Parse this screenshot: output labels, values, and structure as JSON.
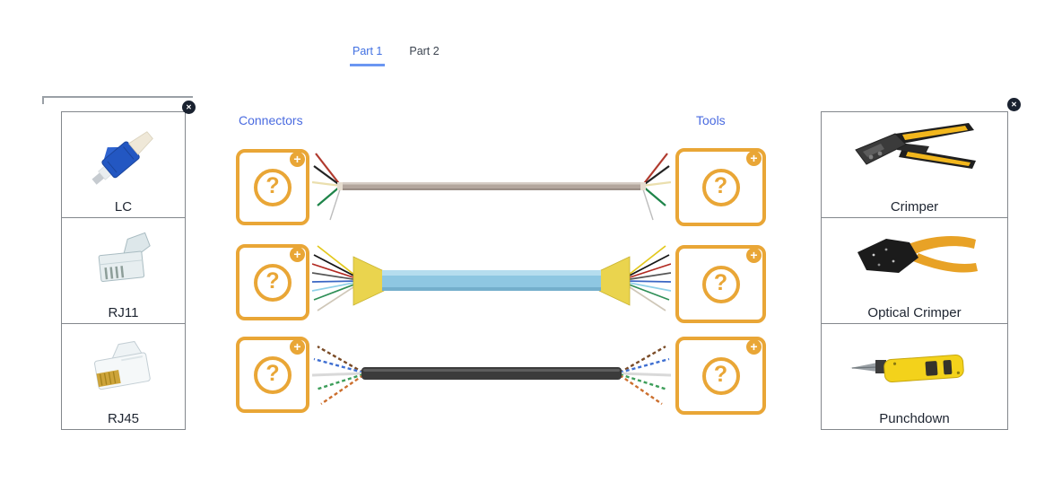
{
  "tabs": {
    "part1": {
      "label": "Part 1",
      "active": true
    },
    "part2": {
      "label": "Part 2",
      "active": false
    }
  },
  "labels": {
    "connectors": "Connectors",
    "tools": "Tools"
  },
  "left_tray": {
    "close_icon": "close-icon",
    "items": [
      {
        "label": "LC",
        "icon": "lc-fiber-connector"
      },
      {
        "label": "RJ11",
        "icon": "rj11-connector"
      },
      {
        "label": "RJ45",
        "icon": "rj45-connector"
      }
    ]
  },
  "right_tray": {
    "close_icon": "close-icon",
    "items": [
      {
        "label": "Crimper",
        "icon": "crimper-tool"
      },
      {
        "label": "Optical Crimper",
        "icon": "optical-crimper-tool"
      },
      {
        "label": "Punchdown",
        "icon": "punchdown-tool"
      }
    ]
  },
  "rows": [
    {
      "cable": "flat-telephone-cable"
    },
    {
      "cable": "fiber-distribution-cable"
    },
    {
      "cable": "black-utp-ethernet-cable"
    }
  ],
  "dropzones": {
    "question_icon": "?",
    "plus_icon": "+",
    "count_left": 3,
    "count_right": 3
  },
  "icons": {
    "close": "✕"
  },
  "colors": {
    "accent_orange": "#E9A636",
    "label_blue": "#4A6BE0",
    "tab_active_blue": "#4170E2",
    "tab_underline_blue": "#6B96F2",
    "card_border_gray": "#83878C",
    "close_button_bg": "#1A2230",
    "fiber_jacket_blue": "#8EC7E2",
    "fiber_fanout_yellow": "#EAD44E",
    "phone_cable_beige": "#B3A69D",
    "utp_jacket_black": "#3B3B3B"
  }
}
